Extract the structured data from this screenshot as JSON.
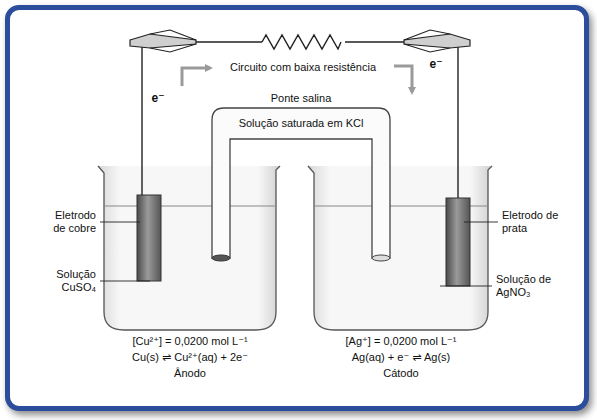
{
  "diagram": {
    "labels": [
      "Circuito com baixa resistência",
      "e⁻",
      "e⁻",
      "Ponte salina",
      "Solução saturada em KCl",
      "Eletrodo de cobre",
      "Eletrodo de prata",
      "Solução CuSO₄",
      "Solução de AgNO₃",
      "[Cu²⁺] = 0,0200 mol L⁻¹",
      "Cu(s) ⇌ Cu²⁺(aq) + 2e⁻",
      "Ânodo",
      "[Ag⁺] = 0,0200 mol L⁻¹",
      "Ag(aq) + e⁻ ⇌ Ag(s)",
      "Cátodo"
    ]
  }
}
